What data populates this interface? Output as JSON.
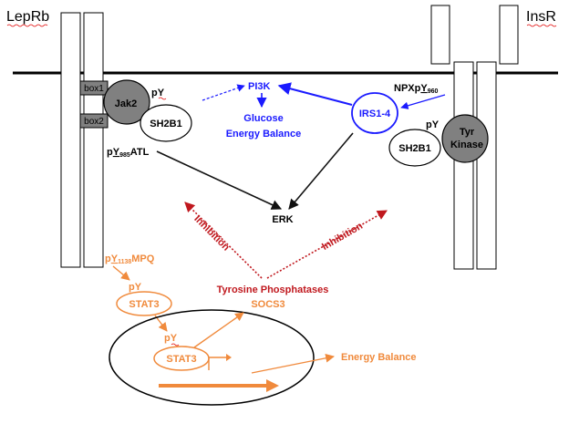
{
  "receptors": {
    "leprb": "LepRb",
    "insr": "InsR"
  },
  "leprb_domains": {
    "box1": "box1",
    "box2": "box2",
    "jak2": "Jak2",
    "jak2_py": "pY",
    "sh2b1": "SH2B1",
    "y985_p": "p",
    "y985_y": "Y",
    "y985_num": "985",
    "y985_tail": "ATL",
    "y1138_p": "p",
    "y1138_y": "Y",
    "y1138_num": "1138",
    "y1138_tail": "MPQ"
  },
  "insr_domains": {
    "npx_head": "NPX",
    "npx_p": "p",
    "npx_y": "Y",
    "npx_num": "960",
    "tyr_py": "pY",
    "sh2b1": "SH2B1",
    "tyr_kinase_line1": "Tyr",
    "tyr_kinase_line2": "Kinase"
  },
  "pi3k_pathway": {
    "pi3k": "PI3K",
    "irs": "IRS1-4",
    "glucose": "Glucose",
    "energy_balance": "Energy Balance"
  },
  "erk": "ERK",
  "inhibition_left": "Inhibition",
  "inhibition_right": "Inhibition",
  "phosphatases": {
    "tyrosine": "Tyrosine Phosphatases",
    "socs3": "SOCS3"
  },
  "stat3": {
    "py_cyto": "pY",
    "label_cyto": "STAT3",
    "py_nuc": "pY",
    "label_nuc": "STAT3",
    "output": "Energy Balance"
  },
  "colors": {
    "blue": "#1a1aff",
    "orange": "#f08a3c",
    "red": "#c0181e",
    "black": "#111111",
    "gray": "#808080"
  }
}
